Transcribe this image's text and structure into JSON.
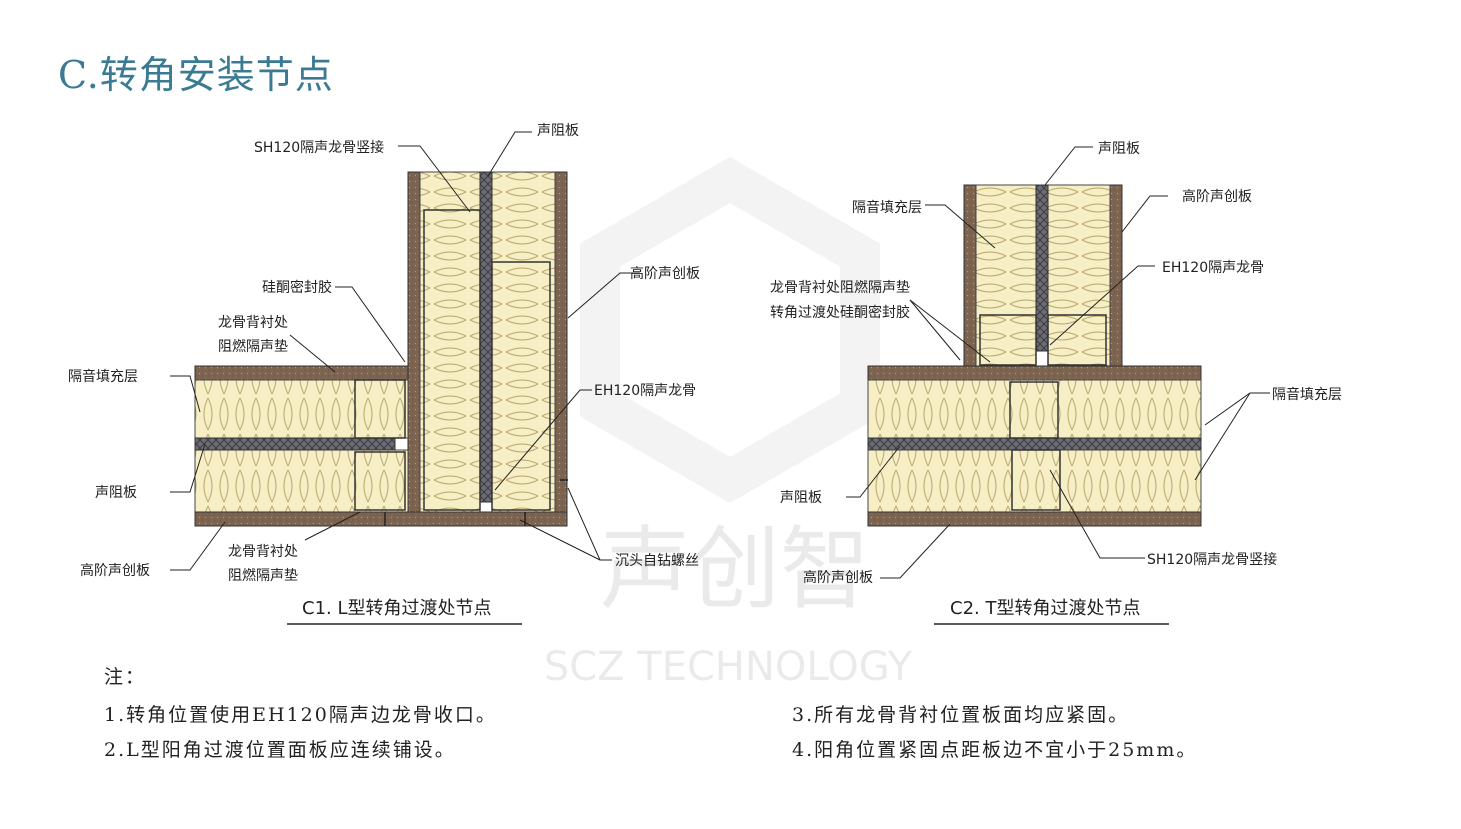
{
  "title": "C.转角安装节点",
  "watermark": {
    "brand": "声创智",
    "subtitle": "SCZ TECHNOLOGY"
  },
  "colors": {
    "title": "#3a7a93",
    "board": "#7d6451",
    "insulation": "#f6efc6",
    "insulation_line": "#b9a56a",
    "damping": "#5a5a64"
  },
  "diagram_left": {
    "caption": "C1. L型转角过渡处节点",
    "labels": {
      "sh120_joint": "SH120隔声龙骨竖接",
      "damping_top": "声阻板",
      "sealant": "硅酮密封胶",
      "pad_upper_1": "龙骨背衬处",
      "pad_upper_2": "阻燃隔声垫",
      "fill": "隔音填充层",
      "board_right": "高阶声创板",
      "eh120": "EH120隔声龙骨",
      "damping_left": "声阻板",
      "board_bottom": "高阶声创板",
      "pad_lower_1": "龙骨背衬处",
      "pad_lower_2": "阻燃隔声垫",
      "screw": "沉头自钻螺丝"
    }
  },
  "diagram_right": {
    "caption": "C2. T型转角过渡处节点",
    "labels": {
      "damping_top": "声阻板",
      "fill_left": "隔音填充层",
      "board_top": "高阶声创板",
      "eh120": "EH120隔声龙骨",
      "pad_sealant_1": "龙骨背衬处阻燃隔声垫",
      "pad_sealant_2": "转角过渡处硅酮密封胶",
      "fill_right": "隔音填充层",
      "damping_left": "声阻板",
      "sh120_joint": "SH120隔声龙骨竖接",
      "board_bottom": "高阶声创板"
    }
  },
  "notes": {
    "heading": "注：",
    "items": [
      "1.转角位置使用EH120隔声边龙骨收口。",
      "2.L型阳角过渡位置面板应连续铺设。",
      "3.所有龙骨背衬位置板面均应紧固。",
      "4.阳角位置紧固点距板边不宜小于25mm。"
    ]
  }
}
